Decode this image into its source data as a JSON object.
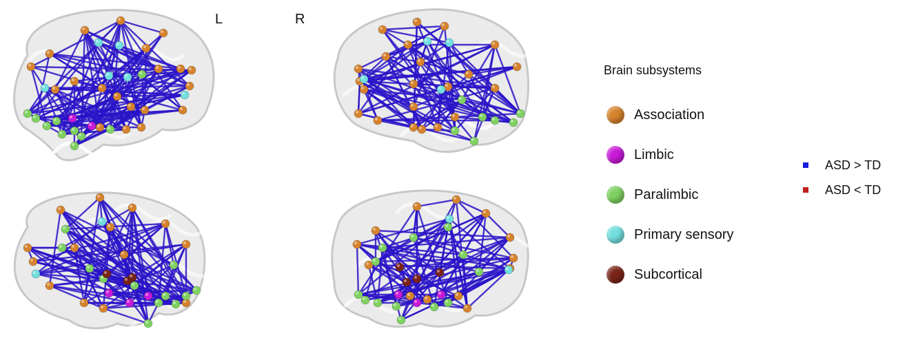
{
  "hemisphere_labels": {
    "left": "L",
    "right": "R"
  },
  "legend": {
    "title": "Brain subsystems",
    "subsystems": [
      {
        "key": "association",
        "label": "Association",
        "color": "#D6832D"
      },
      {
        "key": "limbic",
        "label": "Limbic",
        "color": "#C81AD8"
      },
      {
        "key": "paralimbic",
        "label": "Paralimbic",
        "color": "#7FD161"
      },
      {
        "key": "primary_sensory",
        "label": "Primary sensory",
        "color": "#72DEDE"
      },
      {
        "key": "subcortical",
        "label": "Subcortical",
        "color": "#7A2418"
      }
    ]
  },
  "edge_legend": [
    {
      "label": "ASD > TD",
      "color": "#1A1AE0"
    },
    {
      "label": "ASD < TD",
      "color": "#C41E1E"
    }
  ],
  "colors": {
    "edge": "#2A14C8",
    "brain_fill": "#E4E4E4",
    "brain_stroke": "#C8C8C8"
  }
}
